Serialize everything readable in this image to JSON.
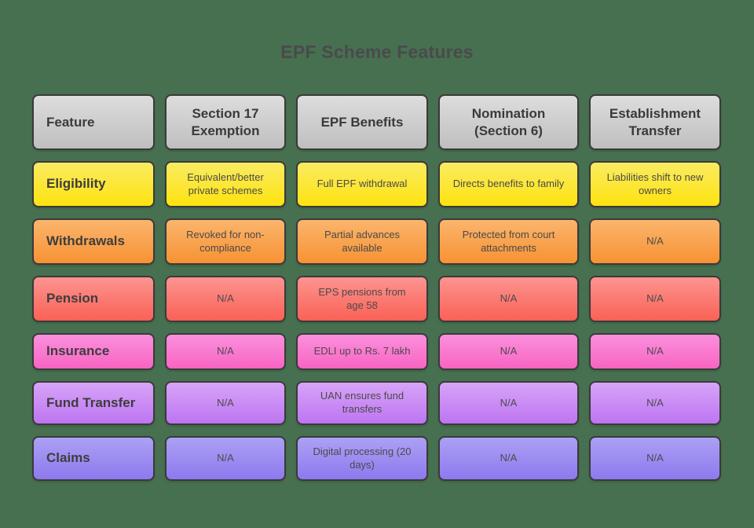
{
  "title": "EPF Scheme Features",
  "colors": {
    "background": "#477050",
    "cell_border": "#3a3a3a",
    "header_gradient": [
      "#dddddd",
      "#bfbfbf"
    ],
    "row_gradients": {
      "eligibility": [
        "#f9eb62",
        "#ffe30f"
      ],
      "withdrawals": [
        "#fbb56d",
        "#f79233"
      ],
      "pension": [
        "#fc9490",
        "#fa6156"
      ],
      "insurance": [
        "#fa90dd",
        "#f864c2"
      ],
      "fund_transfer": [
        "#d7a4f8",
        "#bd75f1"
      ],
      "claims": [
        "#aba1f4",
        "#8e79ee"
      ]
    }
  },
  "table": {
    "columns": [
      "Feature",
      "Section 17 Exemption",
      "EPF Benefits",
      "Nomination (Section 6)",
      "Establishment Transfer"
    ],
    "rows": [
      {
        "label": "Eligibility",
        "cells": [
          "Equivalent/better private schemes",
          "Full EPF withdrawal",
          "Directs benefits to family",
          "Liabilities shift to new owners"
        ]
      },
      {
        "label": "Withdrawals",
        "cells": [
          "Revoked for non-compliance",
          "Partial advances available",
          "Protected from court attachments",
          "N/A"
        ]
      },
      {
        "label": "Pension",
        "cells": [
          "N/A",
          "EPS pensions from age 58",
          "N/A",
          "N/A"
        ]
      },
      {
        "label": "Insurance",
        "cells": [
          "N/A",
          "EDLI up to Rs. 7 lakh",
          "N/A",
          "N/A"
        ]
      },
      {
        "label": "Fund Transfer",
        "cells": [
          "N/A",
          "UAN ensures fund transfers",
          "N/A",
          "N/A"
        ]
      },
      {
        "label": "Claims",
        "cells": [
          "N/A",
          "Digital processing (20 days)",
          "N/A",
          "N/A"
        ]
      }
    ]
  }
}
